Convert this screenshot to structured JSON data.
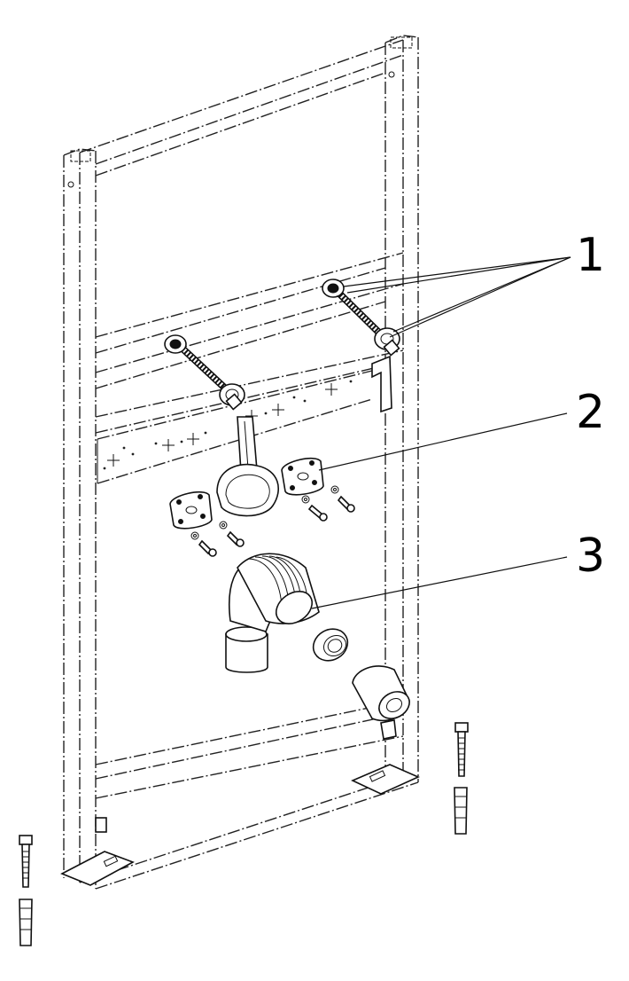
{
  "callouts": {
    "one": "1",
    "two": "2",
    "three": "3"
  }
}
